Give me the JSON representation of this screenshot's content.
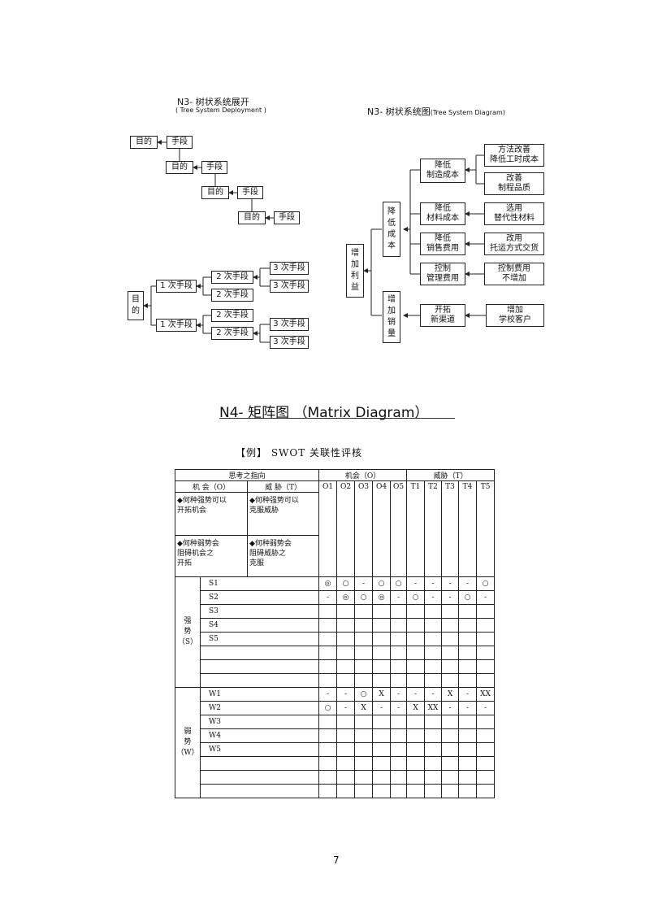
{
  "n3a": {
    "title": "N3- 树状系统展开",
    "subtitle": "( Tree System Deployment )",
    "staircase": [
      "目的",
      "手段",
      "目的",
      "手段",
      "目的",
      "手段",
      "目的",
      "手段"
    ],
    "tree": {
      "root": "目\n的",
      "l1": [
        "1 次手段",
        "1 次手段"
      ],
      "l2": [
        "2 次手段",
        "2 次手段",
        "2 次手段",
        "2 次手段"
      ],
      "l3": [
        "3 次手段",
        "3 次手段",
        "3 次手段",
        "3 次手段"
      ]
    }
  },
  "n3b": {
    "title": "N3- 树状系统图",
    "title_en": "(Tree System Diagram)",
    "root": "增\n加\n利\n益",
    "mid": [
      "降\n低\n成\n本",
      "增\n加\n销\n量"
    ],
    "cat": [
      "降低\n制造成本",
      "降低\n材料成本",
      "降低\n销售费用",
      "控制\n管理费用",
      "开拓\n新渠道"
    ],
    "leaf": [
      "方法改善\n降低工时成本",
      "改善\n制程品质",
      "选用\n替代性材料",
      "改用\n托运方式交货",
      "控制费用\n不增加",
      "增加\n学校客户"
    ]
  },
  "n4": {
    "title": "N4- 矩阵图 （Matrix Diagram）"
  },
  "swot": {
    "title": "【例】 SWOT 关联性评核",
    "header_left": "思考之指向",
    "header_opp": "机会（O）",
    "header_threat": "威胁（T）",
    "col_o": "机 会（O）",
    "col_t": "威 胁（T）",
    "columns": [
      "O1",
      "O2",
      "O3",
      "O4",
      "O5",
      "T1",
      "T2",
      "T3",
      "T4",
      "T5"
    ],
    "q_so": "◆何种强势可以\n开拓机会",
    "q_st": "◆何种强势可以\n克服威胁",
    "q_wo": "◆何种弱势会\n阻碍机会之\n开拓",
    "q_wt": "◆何种弱势会\n阻碍威胁之\n克服",
    "strength_label": "强\n势\n（S）",
    "weakness_label": "弱\n势\n（W）",
    "strengths": [
      {
        "label": "S1",
        "cells": [
          "◎",
          "○",
          "-",
          "○",
          "○",
          "-",
          "-",
          "-",
          "-",
          "○"
        ]
      },
      {
        "label": "S2",
        "cells": [
          "-",
          "◎",
          "○",
          "◎",
          "-",
          "○",
          "-",
          "-",
          "○",
          "-"
        ]
      },
      {
        "label": "S3",
        "cells": [
          "",
          "",
          "",
          "",
          "",
          "",
          "",
          "",
          "",
          ""
        ]
      },
      {
        "label": "S4",
        "cells": [
          "",
          "",
          "",
          "",
          "",
          "",
          "",
          "",
          "",
          ""
        ]
      },
      {
        "label": "S5",
        "cells": [
          "",
          "",
          "",
          "",
          "",
          "",
          "",
          "",
          "",
          ""
        ]
      },
      {
        "label": "",
        "cells": [
          "",
          "",
          "",
          "",
          "",
          "",
          "",
          "",
          "",
          ""
        ]
      },
      {
        "label": "",
        "cells": [
          "",
          "",
          "",
          "",
          "",
          "",
          "",
          "",
          "",
          ""
        ]
      },
      {
        "label": "",
        "cells": [
          "",
          "",
          "",
          "",
          "",
          "",
          "",
          "",
          "",
          ""
        ]
      }
    ],
    "weaknesses": [
      {
        "label": "W1",
        "cells": [
          "-",
          "-",
          "○",
          "X",
          "-",
          "-",
          "-",
          "X",
          "-",
          "XX"
        ]
      },
      {
        "label": "W2",
        "cells": [
          "○",
          "-",
          "X",
          "-",
          "-",
          "X",
          "XX",
          "-",
          "-",
          "-"
        ]
      },
      {
        "label": "W3",
        "cells": [
          "",
          "",
          "",
          "",
          "",
          "",
          "",
          "",
          "",
          ""
        ]
      },
      {
        "label": "W4",
        "cells": [
          "",
          "",
          "",
          "",
          "",
          "",
          "",
          "",
          "",
          ""
        ]
      },
      {
        "label": "W5",
        "cells": [
          "",
          "",
          "",
          "",
          "",
          "",
          "",
          "",
          "",
          ""
        ]
      },
      {
        "label": "",
        "cells": [
          "",
          "",
          "",
          "",
          "",
          "",
          "",
          "",
          "",
          ""
        ]
      },
      {
        "label": "",
        "cells": [
          "",
          "",
          "",
          "",
          "",
          "",
          "",
          "",
          "",
          ""
        ]
      },
      {
        "label": "",
        "cells": [
          "",
          "",
          "",
          "",
          "",
          "",
          "",
          "",
          "",
          ""
        ]
      }
    ]
  },
  "page_number": "7"
}
